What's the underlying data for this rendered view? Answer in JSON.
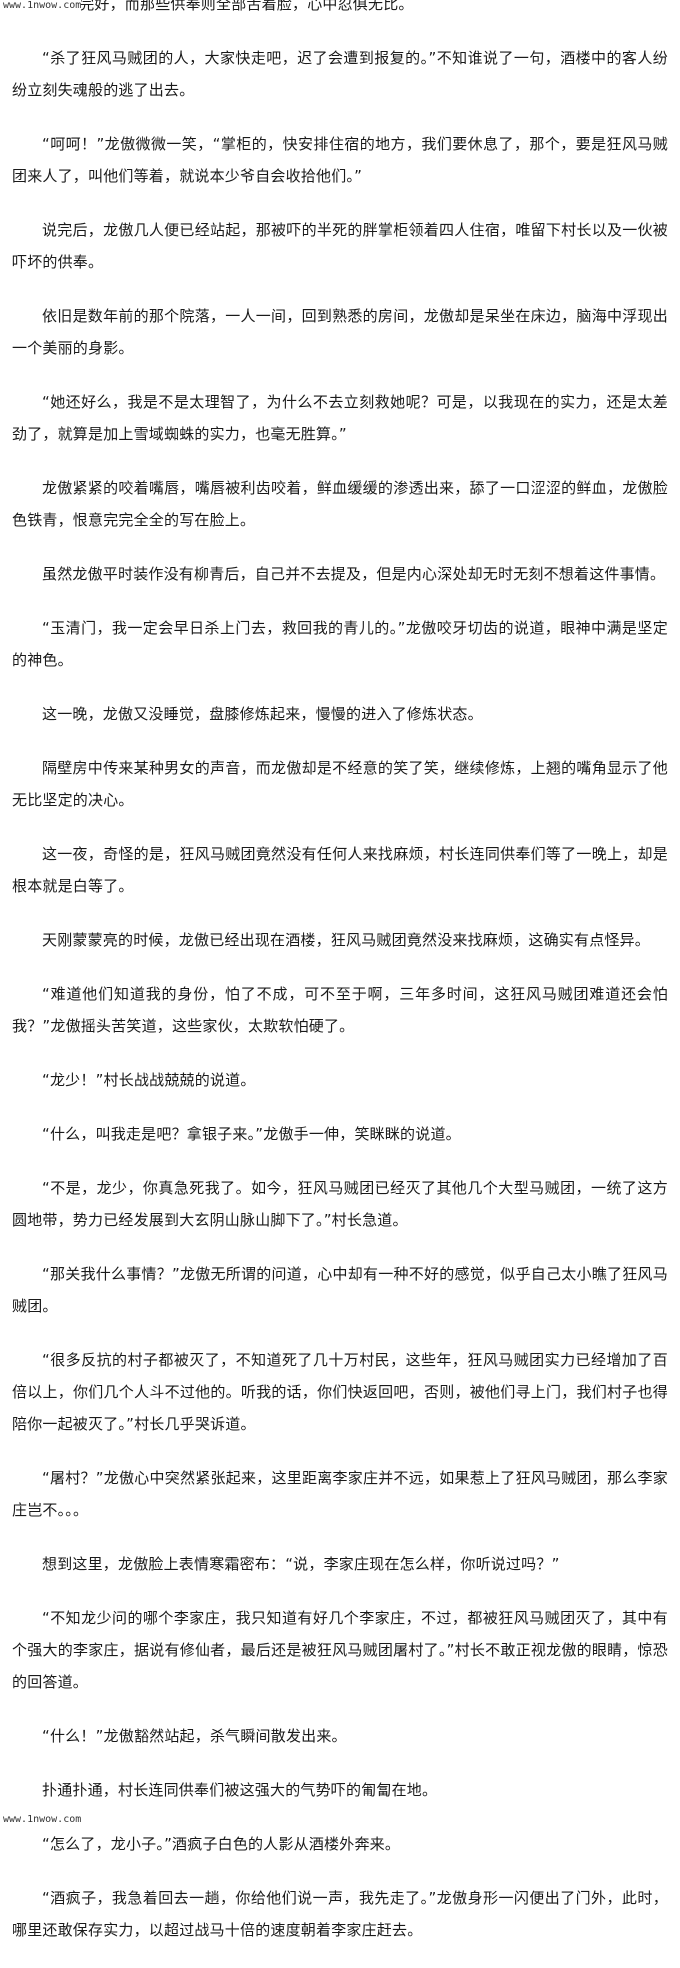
{
  "watermark": {
    "top": "www.1nwow.com",
    "bottom": "www.1nwow.com"
  },
  "paragraphs": [
    "说完好，而那些供奉则全部舌着脸，心中忍俱无比。",
    "“杀了狂风马贼团的人，大家快走吧，迟了会遭到报复的。”不知谁说了一句，酒楼中的客人纷纷立刻失魂般的逃了出去。",
    "“呵呵！”龙傲微微一笑，“掌柜的，快安排住宿的地方，我们要休息了，那个，要是狂风马贼团来人了，叫他们等着，就说本少爷自会收拾他们。”",
    "说完后，龙傲几人便已经站起，那被吓的半死的胖掌柜领着四人住宿，唯留下村长以及一伙被吓坏的供奉。",
    "依旧是数年前的那个院落，一人一间，回到熟悉的房间，龙傲却是呆坐在床边，脑海中浮现出一个美丽的身影。",
    "“她还好么，我是不是太理智了，为什么不去立刻救她呢？可是，以我现在的实力，还是太差劲了，就算是加上雪域蜘蛛的实力，也毫无胜算。”",
    "龙傲紧紧的咬着嘴唇，嘴唇被利齿咬着，鲜血缓缓的渗透出来，舔了一口涩涩的鲜血，龙傲脸色铁青，恨意完完全全的写在脸上。",
    "虽然龙傲平时装作没有柳青后，自己并不去提及，但是内心深处却无时无刻不想着这件事情。",
    "“玉清门，我一定会早日杀上门去，救回我的青儿的。”龙傲咬牙切齿的说道，眼神中满是坚定的神色。",
    "这一晚，龙傲又没睡觉，盘膝修炼起来，慢慢的进入了修炼状态。",
    "隔壁房中传来某种男女的声音，而龙傲却是不经意的笑了笑，继续修炼，上翘的嘴角显示了他无比坚定的决心。",
    "这一夜，奇怪的是，狂风马贼团竟然没有任何人来找麻烦，村长连同供奉们等了一晚上，却是根本就是白等了。",
    "天刚蒙蒙亮的时候，龙傲已经出现在酒楼，狂风马贼团竟然没来找麻烦，这确实有点怪异。",
    "“难道他们知道我的身份，怕了不成，可不至于啊，三年多时间，这狂风马贼团难道还会怕我？”龙傲摇头苦笑道，这些家伙，太欺软怕硬了。",
    "“龙少！”村长战战兢兢的说道。",
    "“什么，叫我走是吧？拿银子来。”龙傲手一伸，笑眯眯的说道。",
    "“不是，龙少，你真急死我了。如今，狂风马贼团已经灭了其他几个大型马贼团，一统了这方圆地带，势力已经发展到大玄阴山脉山脚下了。”村长急道。",
    "“那关我什么事情？”龙傲无所谓的问道，心中却有一种不好的感觉，似乎自己太小瞧了狂风马贼团。",
    "“很多反抗的村子都被灭了，不知道死了几十万村民，这些年，狂风马贼团实力已经增加了百倍以上，你们几个人斗不过他的。听我的话，你们快返回吧，否则，被他们寻上门，我们村子也得陪你一起被灭了。”村长几乎哭诉道。",
    "“屠村？”龙傲心中突然紧张起来，这里距离李家庄并不远，如果惹上了狂风马贼团，那么李家庄岂不。。。",
    "想到这里，龙傲脸上表情寒霜密布：“说，李家庄现在怎么样，你听说过吗？”",
    "“不知龙少问的哪个李家庄，我只知道有好几个李家庄，不过，都被狂风马贼团灭了，其中有个强大的李家庄，据说有修仙者，最后还是被狂风马贼团屠村了。”村长不敢正视龙傲的眼睛，惊恐的回答道。",
    "“什么！”龙傲豁然站起，杀气瞬间散发出来。",
    "扑通扑通，村长连同供奉们被这强大的气势吓的匍匐在地。",
    "“怎么了，龙小子。”酒疯子白色的人影从酒楼外奔来。",
    "“酒疯子，我急着回去一趟，你给他们说一声，我先走了。”龙傲身形一闪便出了门外，此时，哪里还敢保存实力，以超过战马十倍的速度朝着李家庄赶去。"
  ]
}
